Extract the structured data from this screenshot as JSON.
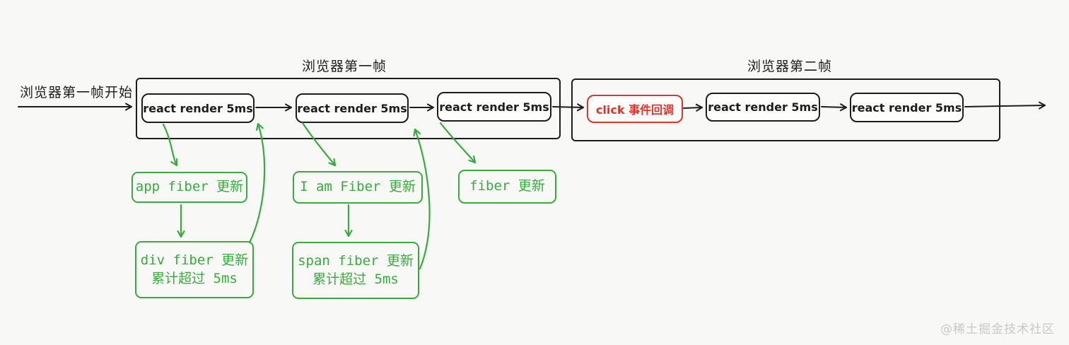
{
  "colors": {
    "bg": "#f8f8f6",
    "ink": "#1d1d1d",
    "green": "#3aaa40",
    "red": "#e23329",
    "box-bg": "#fdfdfc",
    "watermark": "#c9c9c9"
  },
  "labels": {
    "start": "浏览器第一帧开始",
    "frame1_title": "浏览器第一帧",
    "frame2_title": "浏览器第二帧",
    "watermark": "@稀土掘金技术社区"
  },
  "frame1": {
    "render1": "react render 5ms",
    "render2": "react render 5ms",
    "render3": "react render 5ms"
  },
  "frame2": {
    "click": "click 事件回调",
    "render1": "react render 5ms",
    "render2": "react render 5ms"
  },
  "fiber": {
    "app": "app fiber 更新",
    "iam": "I am Fiber 更新",
    "plain": "fiber 更新",
    "div1": "div fiber 更新",
    "div2": "累计超过 5ms",
    "span1": "span fiber 更新",
    "span2": "累计超过 5ms"
  }
}
